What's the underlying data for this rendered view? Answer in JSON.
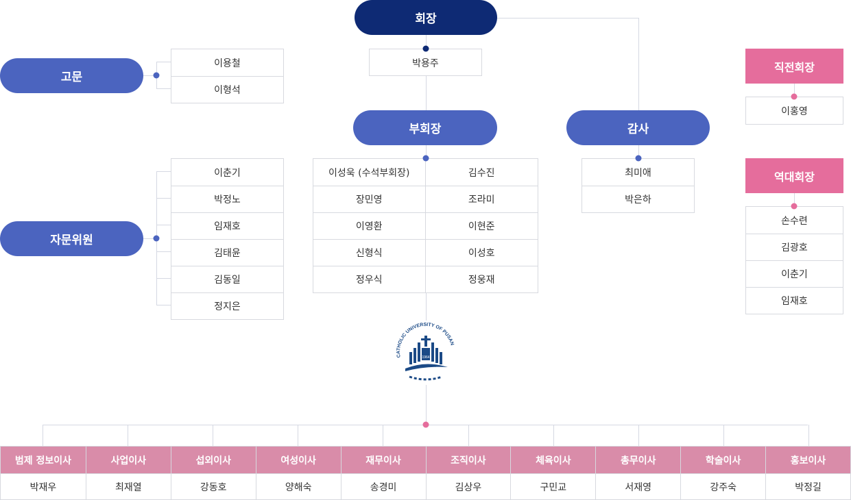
{
  "president": {
    "title": "회장",
    "name": "박용주"
  },
  "advisor": {
    "title": "고문",
    "members": [
      "이용철",
      "이형석"
    ]
  },
  "consultants": {
    "title": "자문위원",
    "members": [
      "이춘기",
      "박정노",
      "임재호",
      "김태윤",
      "김동일",
      "정지은"
    ]
  },
  "vice_president": {
    "title": "부회장",
    "members": [
      "이성욱 (수석부회장)",
      "김수진",
      "장민영",
      "조라미",
      "이영환",
      "이현준",
      "신형식",
      "이성호",
      "정우식",
      "정웅재"
    ]
  },
  "auditor": {
    "title": "감사",
    "members": [
      "최미애",
      "박은하"
    ]
  },
  "former_president": {
    "title": "직전회장",
    "members": [
      "이홍영"
    ]
  },
  "past_presidents": {
    "title": "역대회장",
    "members": [
      "손수련",
      "김광호",
      "이춘기",
      "임재호"
    ]
  },
  "logo": {
    "text": "CATHOLIC UNIVERSITY OF PUSAN",
    "year": "1964"
  },
  "directors": [
    {
      "title": "범제 정보이사",
      "name": "박재우"
    },
    {
      "title": "사업이사",
      "name": "최재열"
    },
    {
      "title": "섭외이사",
      "name": "강동호"
    },
    {
      "title": "여성이사",
      "name": "양해숙"
    },
    {
      "title": "재무이사",
      "name": "송경미"
    },
    {
      "title": "조직이사",
      "name": "김상우"
    },
    {
      "title": "체육이사",
      "name": "구민교"
    },
    {
      "title": "총무이사",
      "name": "서재영"
    },
    {
      "title": "학술이사",
      "name": "강주숙"
    },
    {
      "title": "홍보이사",
      "name": "박정길"
    }
  ],
  "colors": {
    "navy": "#0e2a74",
    "blue": "#4b64bf",
    "pink": "#e56d9c",
    "director_pink": "#d98ca9"
  }
}
